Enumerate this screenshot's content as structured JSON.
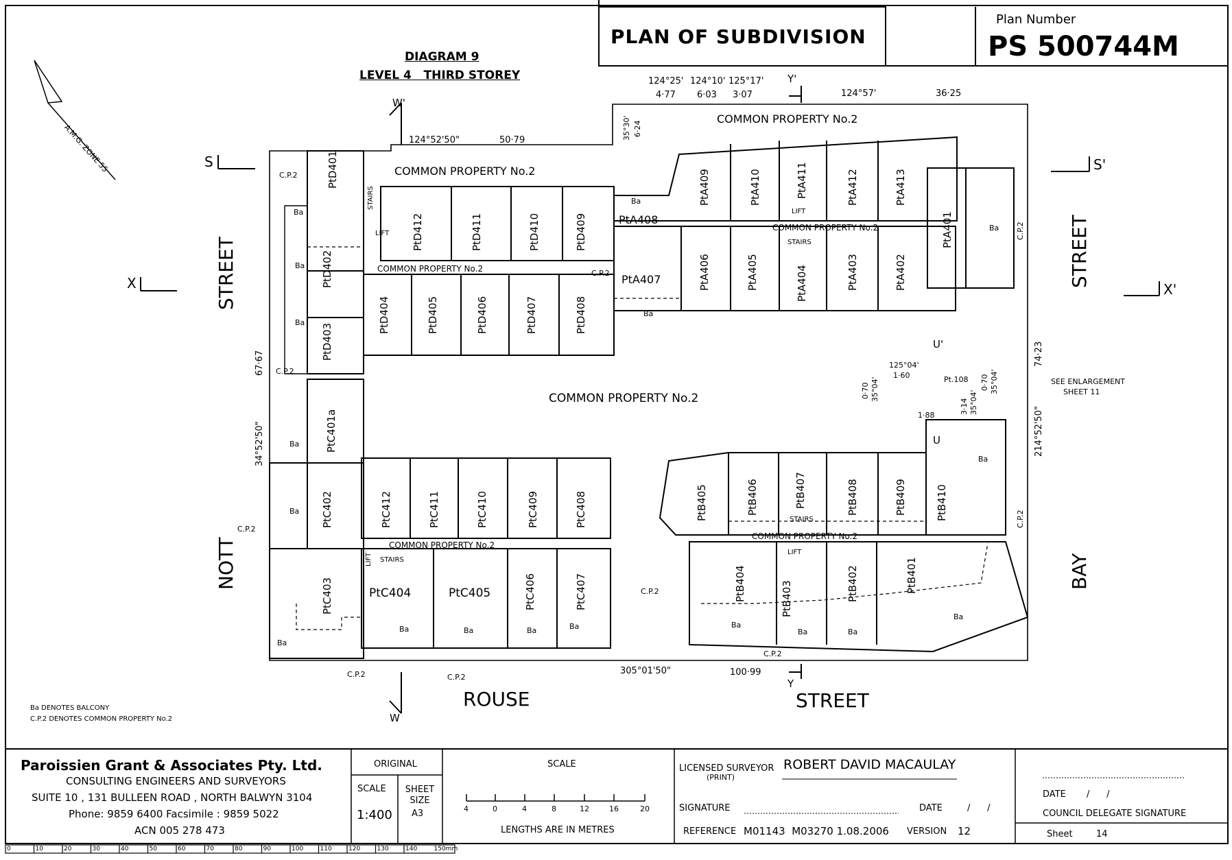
{
  "header": {
    "title": "PLAN OF SUBDIVISION",
    "plan_number_label": "Plan Number",
    "plan_number": "PS 500744M"
  },
  "diagram": {
    "title": "DIAGRAM 9",
    "subtitle": "LEVEL 4   THIRD STOREY",
    "zone": "A.M.G. ZONE 55"
  },
  "streets": {
    "street_left": "STREET",
    "nott": "NOTT",
    "rouse": "ROUSE",
    "street_bottom": "STREET",
    "street_right": "STREET",
    "bay": "BAY"
  },
  "section_marks": {
    "s": "S",
    "s_prime": "S'",
    "x": "X",
    "x_prime": "X'",
    "w": "W",
    "w_prime": "W'",
    "y": "Y",
    "y_prime": "Y'",
    "u": "U",
    "u_prime": "U'"
  },
  "dimensions": {
    "top_bearing": "124°52'50\"",
    "top_dist": "50·79",
    "b1": "124°25'",
    "b2": "124°10'",
    "b3": "125°17'",
    "d1": "4·77",
    "d2": "6·03",
    "d3": "3·07",
    "top_right_bearing": "124°57'",
    "top_right_dist": "36·25",
    "notch_b": "35°30'",
    "notch_d": "6·24",
    "left_dist": "67·67",
    "left_bearing": "34°52'50\"",
    "bottom_bearing": "305°01'50\"",
    "bottom_dist": "100·99",
    "right_dist": "74·23",
    "right_bearing": "214°52'50\"",
    "pt108": "Pt.108",
    "e_b": "125°04'",
    "e_d": "1·60",
    "e1": "0·70",
    "e2": "35°04'",
    "e3": "3·14",
    "e4": "35°04'",
    "e5": "0·70",
    "e6": "35°04'",
    "e7": "1·88",
    "see_enl": "SEE ENLARGEMENT",
    "sheet11": "SHEET 11"
  },
  "common": {
    "cp2": "COMMON PROPERTY No.2",
    "cp2_short": "C.P.2",
    "stairs": "STAIRS",
    "lift": "LIFT",
    "ba": "Ba"
  },
  "lots": {
    "d": [
      "PtD401",
      "PtD402",
      "PtD403",
      "PtD404",
      "PtD405",
      "PtD406",
      "PtD407",
      "PtD408",
      "PtD409",
      "PtD410",
      "PtD411",
      "PtD412"
    ],
    "a": [
      "PtA401",
      "PtA402",
      "PtA403",
      "PtA404",
      "PtA405",
      "PtA406",
      "PtA407",
      "PtA408",
      "PtA409",
      "PtA410",
      "PtA411",
      "PtA412",
      "PtA413"
    ],
    "c": [
      "PtC401a",
      "PtC402",
      "PtC403",
      "PtC404",
      "PtC405",
      "PtC406",
      "PtC407",
      "PtC408",
      "PtC409",
      "PtC410",
      "PtC411",
      "PtC412"
    ],
    "b": [
      "PtB401",
      "PtB402",
      "PtB403",
      "PtB404",
      "PtB405",
      "PtB406",
      "PtB407",
      "PtB408",
      "PtB409",
      "PtB410"
    ]
  },
  "legend": {
    "ba": "Ba  DENOTES BALCONY",
    "cp2": "C.P.2  DENOTES COMMON PROPERTY No.2"
  },
  "footer": {
    "firm": "Paroissien Grant & Associates Pty. Ltd.",
    "firm_desc": "CONSULTING ENGINEERS AND SURVEYORS",
    "address": "SUITE 10 , 131 BULLEEN ROAD , NORTH BALWYN 3104",
    "phone": "Phone: 9859 6400 Facsimile : 9859 5022",
    "acn": "ACN 005 278 473",
    "original": "ORIGINAL",
    "scale_label": "SCALE",
    "scale_value": "1:400",
    "sheet_size_label": "SHEET SIZE",
    "sheet_size": "A3",
    "scale_title": "SCALE",
    "scale_ticks": [
      "4",
      "0",
      "4",
      "8",
      "12",
      "16",
      "20"
    ],
    "lengths": "LENGTHS ARE IN METRES",
    "surveyor_label": "LICENSED SURVEYOR",
    "print_label": "(PRINT)",
    "surveyor_name": "ROBERT DAVID MACAULAY",
    "signature_label": "SIGNATURE",
    "date_label": "DATE",
    "date_value": "/      /",
    "reference_label": "REFERENCE",
    "reference": "M01143  M03270 1.08.2006",
    "version_label": "VERSION",
    "version": "12",
    "council_date_label": "DATE",
    "council_date_value": "/      /",
    "council_label": "COUNCIL DELEGATE SIGNATURE",
    "sheet_label": "Sheet",
    "sheet_value": "14"
  },
  "ruler": {
    "marks": [
      "0",
      "10",
      "20",
      "30",
      "40",
      "50",
      "60",
      "70",
      "80",
      "90",
      "100",
      "110",
      "120",
      "130",
      "140",
      "150mm"
    ]
  }
}
